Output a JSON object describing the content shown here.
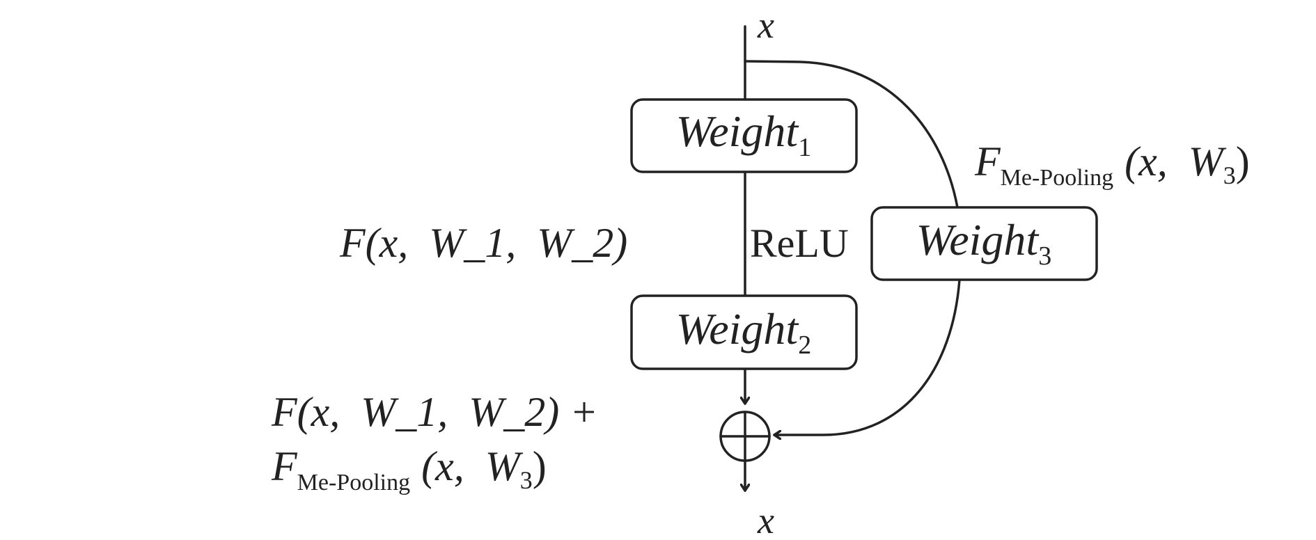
{
  "input_label": "x",
  "output_label": "x",
  "nodes": {
    "weight1": {
      "base": "Weight",
      "sub": "1"
    },
    "weight2": {
      "base": "Weight",
      "sub": "2"
    },
    "weight3": {
      "base": "Weight",
      "sub": "3"
    }
  },
  "activation_label": "ReLU",
  "residual_label": "F(x,  W_1,  W_2)",
  "pooling_label": {
    "main": "F",
    "sub": "Me-Pooling",
    "args": "(x,  W",
    "args_sub": "3",
    "close": ")"
  },
  "sum_label": {
    "line1": "F(x,  W_1,  W_2) +",
    "line2_main": "F",
    "line2_sub": "Me-Pooling",
    "line2_args": "(x,  W",
    "line2_args_sub": "3",
    "line2_close": ")"
  },
  "colors": {
    "ink": "#222222",
    "background": "#ffffff"
  }
}
